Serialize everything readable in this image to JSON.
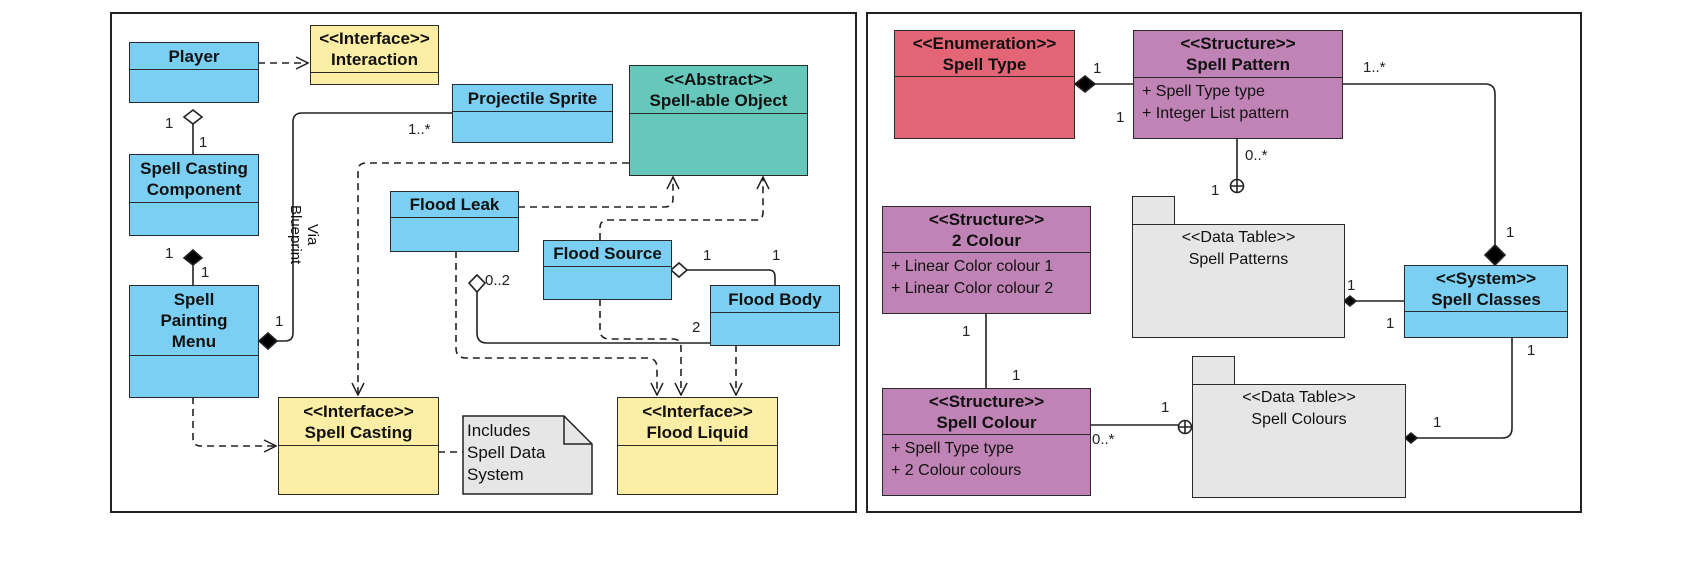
{
  "left_diagram": {
    "classes": {
      "player": {
        "name": "Player"
      },
      "interaction": {
        "stereotype": "<<Interface>>",
        "name": "Interaction"
      },
      "projectile_sprite": {
        "name": "Projectile Sprite"
      },
      "spellable_object": {
        "stereotype": "<<Abstract>>",
        "name": "Spell-able Object"
      },
      "spell_casting_component": {
        "name_line1": "Spell Casting",
        "name_line2": "Component"
      },
      "flood_leak": {
        "name": "Flood Leak"
      },
      "flood_source": {
        "name": "Flood Source"
      },
      "flood_body": {
        "name": "Flood Body"
      },
      "spell_painting_menu": {
        "name_line1": "Spell",
        "name_line2": "Painting",
        "name_line3": "Menu"
      },
      "spell_casting": {
        "stereotype": "<<Interface>>",
        "name": "Spell Casting"
      },
      "flood_liquid": {
        "stereotype": "<<Interface>>",
        "name": "Flood Liquid"
      }
    },
    "note": {
      "line1": "Includes",
      "line2": "Spell Data",
      "line3": "System"
    },
    "edge_labels": {
      "player_scc_player_end": "1",
      "player_scc_scc_end": "1",
      "scc_menu_scc_end": "1",
      "scc_menu_menu_end": "1",
      "menu_projectile_menu_end": "1",
      "menu_projectile_projectile_end": "1..*",
      "via_blueprint_line1": "Via",
      "via_blueprint_line2": "Blueprint",
      "leak_body_leak_end": "0..2",
      "leak_body_body_end": "2",
      "source_body_source_end": "1",
      "source_body_body_end": "1"
    }
  },
  "right_diagram": {
    "classes": {
      "spell_type": {
        "stereotype": "<<Enumeration>>",
        "name": "Spell Type"
      },
      "spell_pattern": {
        "stereotype": "<<Structure>>",
        "name": "Spell Pattern",
        "attributes": [
          "+ Spell Type type",
          "+ Integer List pattern"
        ]
      },
      "two_colour": {
        "stereotype": "<<Structure>>",
        "name": "2 Colour",
        "attributes": [
          "+ Linear Color colour 1",
          "+ Linear Color colour 2"
        ]
      },
      "spell_classes": {
        "stereotype": "<<System>>",
        "name": "Spell Classes"
      },
      "spell_colour": {
        "stereotype": "<<Structure>>",
        "name": "Spell Colour",
        "attributes": [
          "+ Spell Type type",
          "+ 2 Colour colours"
        ]
      }
    },
    "packages": {
      "spell_patterns": {
        "stereotype": "<<Data Table>>",
        "name": "Spell Patterns"
      },
      "spell_colours": {
        "stereotype": "<<Data Table>>",
        "name": "Spell Colours"
      }
    },
    "edge_labels": {
      "type_pattern_type_end": "1",
      "type_pattern_pattern_end": "1",
      "pattern_classes_pattern_end": "1..*",
      "pattern_classes_classes_end": "1",
      "pattern_table_pattern_end": "0..*",
      "pattern_table_table_end": "1",
      "patterns_table_classes_table_end": "1",
      "patterns_table_classes_classes_end": "1",
      "twocolour_spellcolour_top": "1",
      "twocolour_spellcolour_bottom": "1",
      "spellcolour_table_colour_end": "0..*",
      "spellcolour_table_table_end": "1",
      "classes_colours_classes_end": "1",
      "classes_colours_table_end": "1"
    }
  },
  "colors": {
    "class_blue": "#7acff2",
    "interface_yellow": "#fdeea5",
    "abstract_teal": "#65c8bb",
    "enumeration_red": "#e46575",
    "structure_purple": "#c083b5",
    "package_gray": "#e6e6e6"
  }
}
